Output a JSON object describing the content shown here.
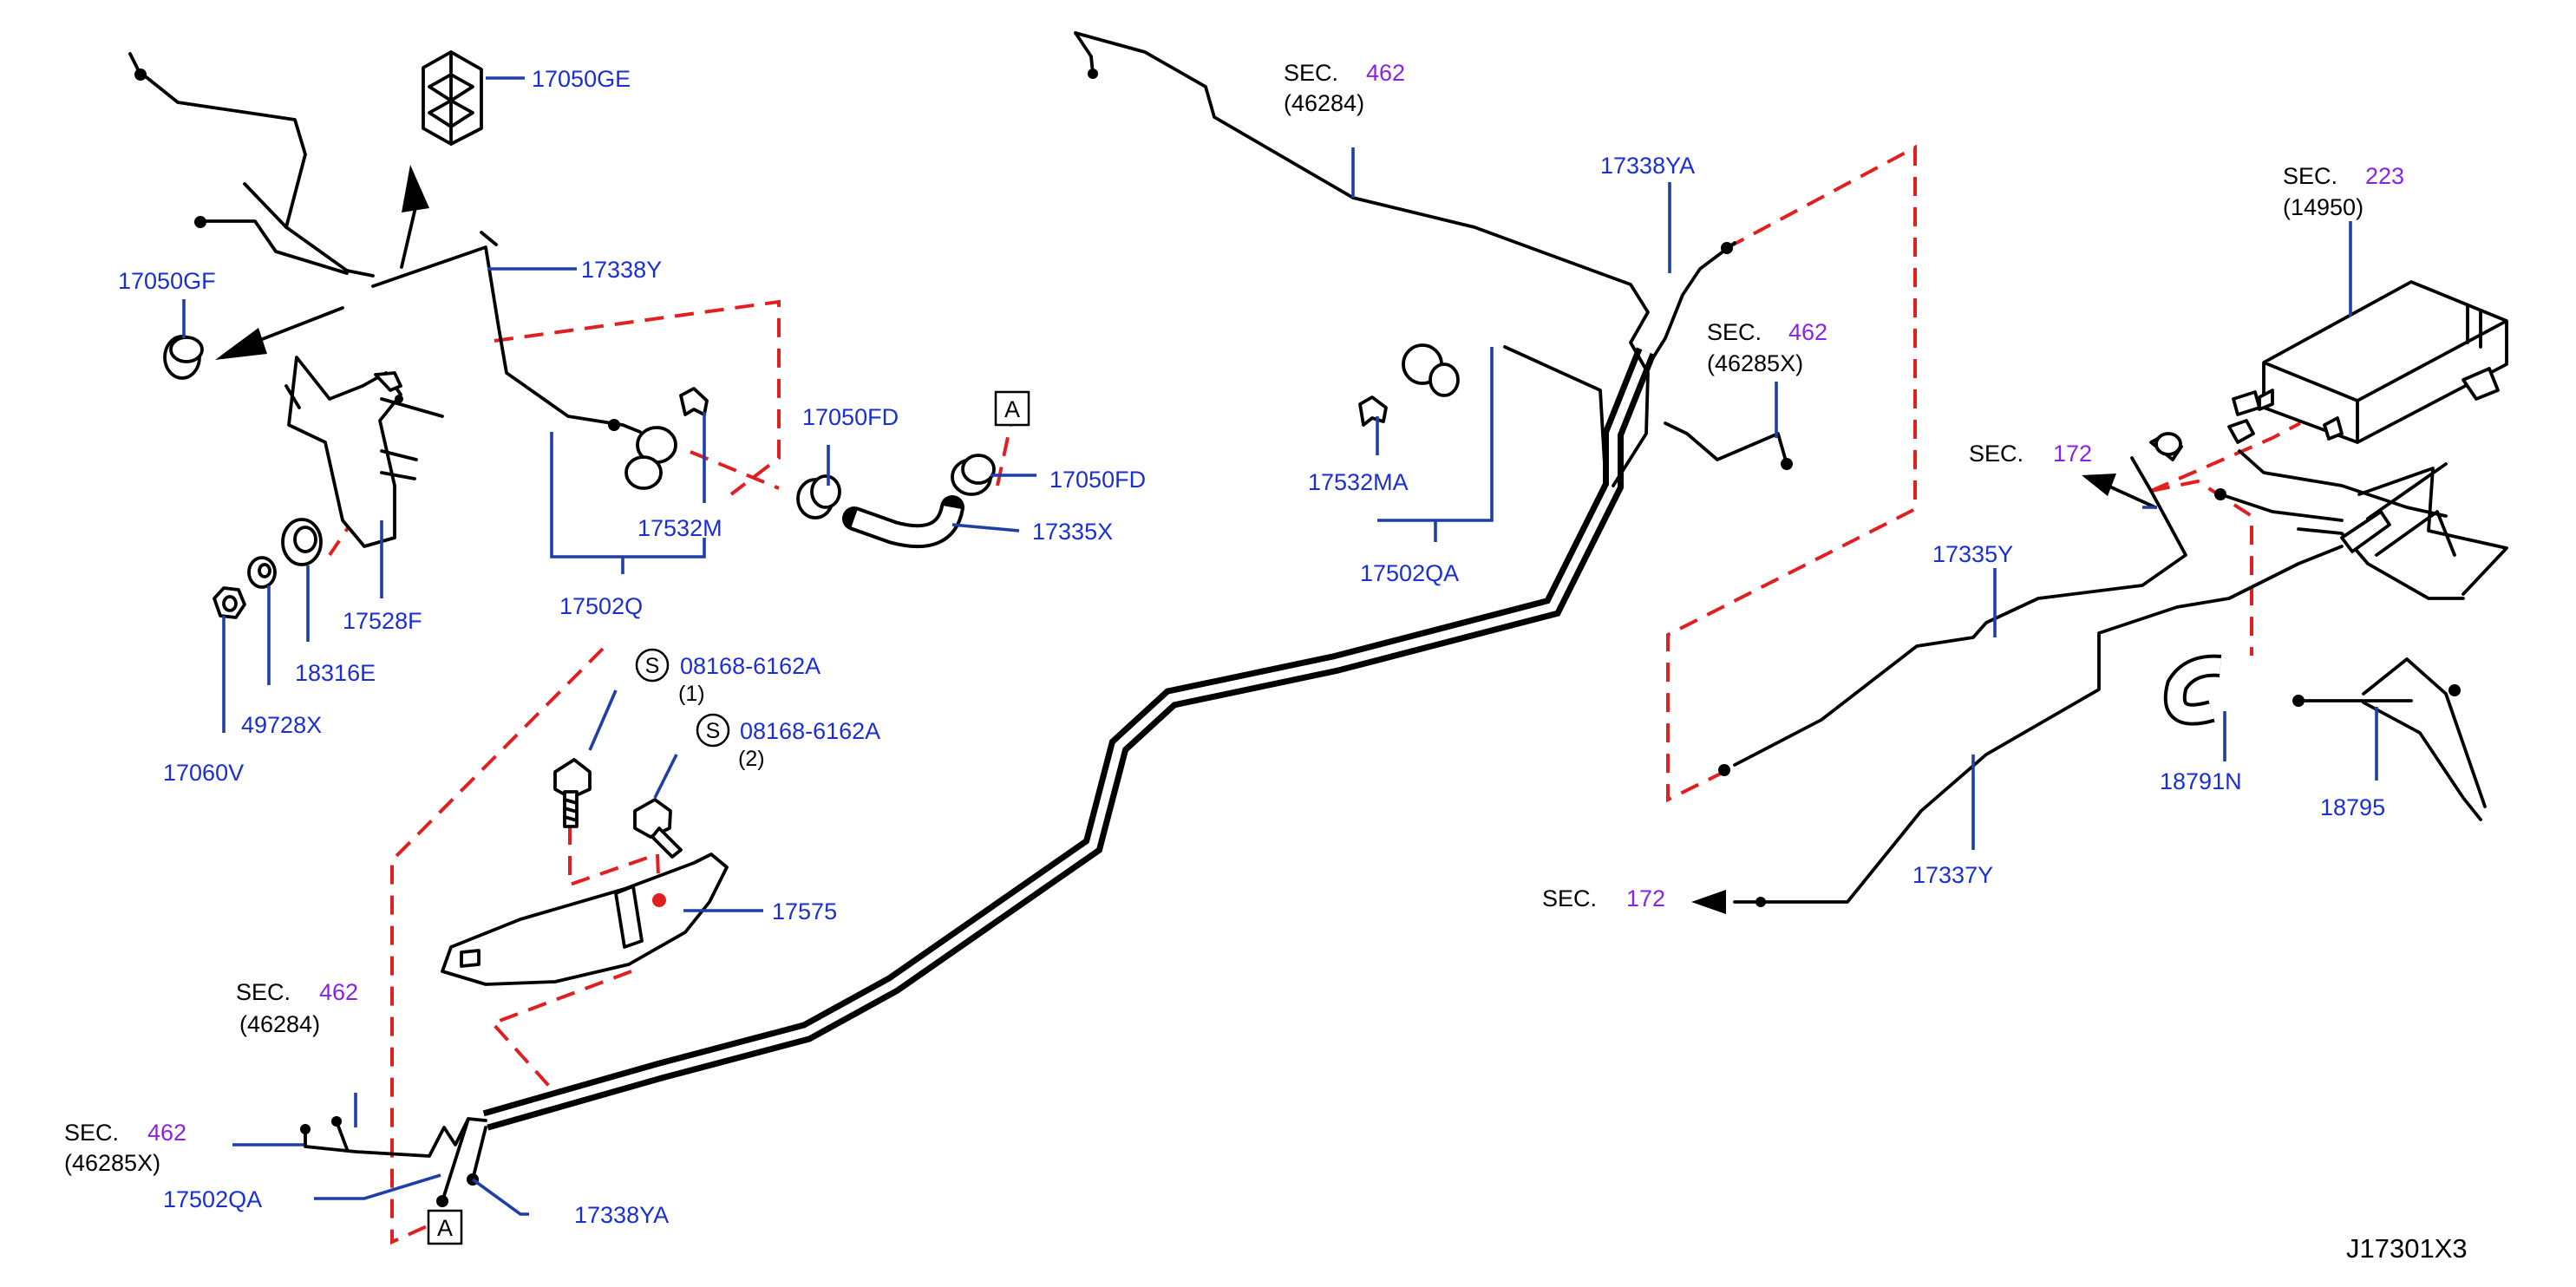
{
  "diagram": {
    "labels": {
      "p17050GE": "17050GE",
      "p17050GF": "17050GF",
      "p17338Y": "17338Y",
      "p17528F": "17528F",
      "p18316E": "18316E",
      "p49728X": "49728X",
      "p17060V": "17060V",
      "p17532M": "17532M",
      "p17502Q": "17502Q",
      "p17050FD_a": "17050FD",
      "p17050FD_b": "17050FD",
      "p17335X": "17335X",
      "p08168_1": "08168-6162A",
      "p08168_1_qty": "(1)",
      "p08168_2": "08168-6162A",
      "p08168_2_qty": "(2)",
      "p17575": "17575",
      "p17502QA_a": "17502QA",
      "p17338YA_a": "17338YA",
      "p17532MA": "17532MA",
      "p17502QA_b": "17502QA",
      "p17338YA_b": "17338YA",
      "p17335Y": "17335Y",
      "p17337Y": "17337Y",
      "p18791N": "18791N",
      "p18795": "18795"
    },
    "sec_refs": [
      {
        "prefix": "SEC.",
        "num": "462",
        "sub": "(46284)"
      },
      {
        "prefix": "SEC.",
        "num": "462",
        "sub": "(46285X)"
      },
      {
        "prefix": "SEC.",
        "num": "223",
        "sub": "(14950)"
      },
      {
        "prefix": "SEC.",
        "num": "172",
        "sub": ""
      },
      {
        "prefix": "SEC.",
        "num": "172",
        "sub": ""
      },
      {
        "prefix": "SEC.",
        "num": "462",
        "sub": "(46284)"
      },
      {
        "prefix": "SEC.",
        "num": "462",
        "sub": "(46285X)"
      }
    ],
    "markers": {
      "screw_symbol": "S",
      "box_a_top": "A",
      "box_a_bottom": "A"
    },
    "diagram_code": "J17301X3",
    "colors": {
      "part_number": "#1a2fd0",
      "section_number": "#8a22e6",
      "leader_line": "#1f3fa6",
      "hidden_connection": "#e02020",
      "linework": "#000000"
    }
  }
}
